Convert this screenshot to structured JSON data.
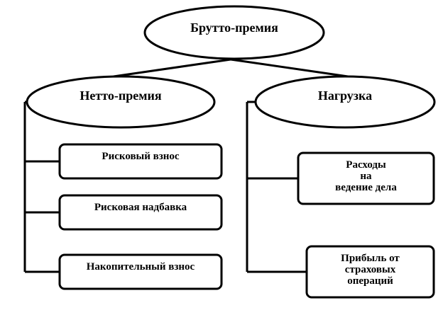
{
  "diagram": {
    "root": {
      "label": "Брутто-премия"
    },
    "left": {
      "label": "Нетто-премия",
      "children": [
        "Рисковый взнос",
        "Рисковая надбавка",
        "Накопительный взнос"
      ]
    },
    "right": {
      "label": "Нагрузка",
      "children": [
        "Расходы\nна\nведение дела",
        "Прибыль от\nстраховых\nопераций"
      ]
    }
  },
  "colors": {
    "stroke": "#000000",
    "fill": "#ffffff"
  }
}
